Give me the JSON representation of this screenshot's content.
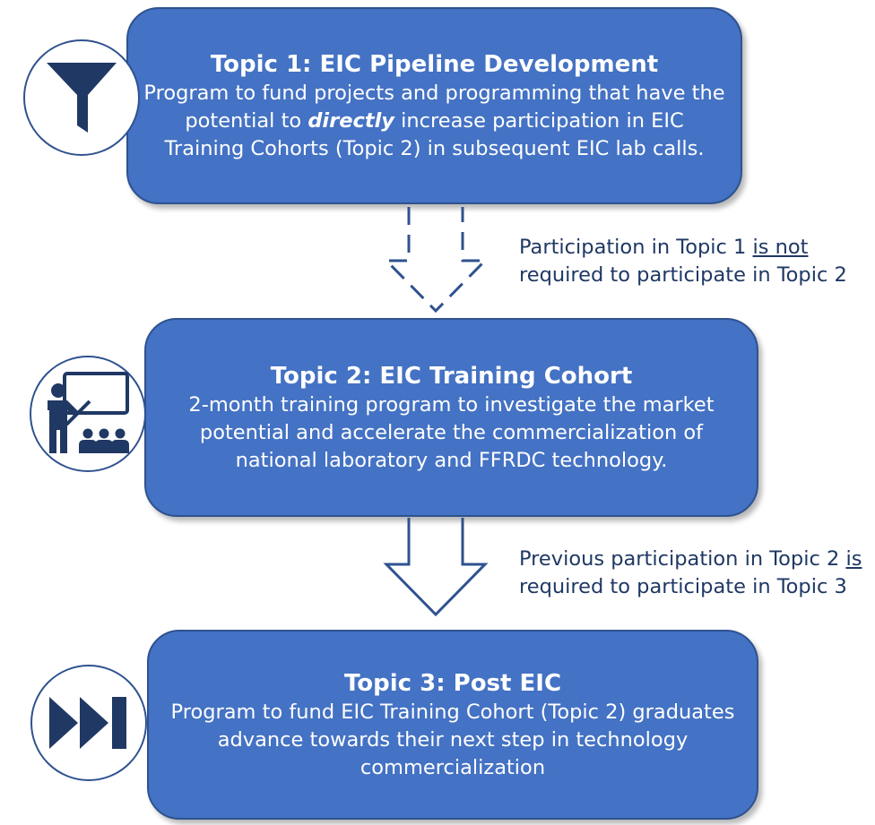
{
  "topic1": {
    "title": "Topic 1: EIC Pipeline Development",
    "body_before": "Program to fund projects and programming that have the potential to ",
    "body_emphasis": "directly",
    "body_after": " increase participation in EIC Training Cohorts (Topic 2) in subsequent EIC lab calls.",
    "icon": "funnel-icon"
  },
  "note1": {
    "before": "Participation in Topic 1 ",
    "underlined": "is not",
    "after": " required to participate in Topic 2"
  },
  "topic2": {
    "title": "Topic 2: EIC Training Cohort",
    "body": "2-month training program  to investigate the market potential and accelerate the commercialization of national laboratory and FFRDC technology.",
    "icon": "presenter-icon"
  },
  "note2": {
    "before": "Previous participation in Topic 2 ",
    "underlined": "is",
    "after": " required to participate in Topic 3"
  },
  "topic3": {
    "title": "Topic 3: Post EIC",
    "body": "Program to fund EIC Training Cohort (Topic 2) graduates advance towards their next step in technology commercialization",
    "icon": "fast-forward-icon"
  },
  "colors": {
    "box_fill": "#4472c4",
    "box_border": "#2f528f",
    "icon_color": "#203864",
    "note_text": "#1f3864"
  }
}
